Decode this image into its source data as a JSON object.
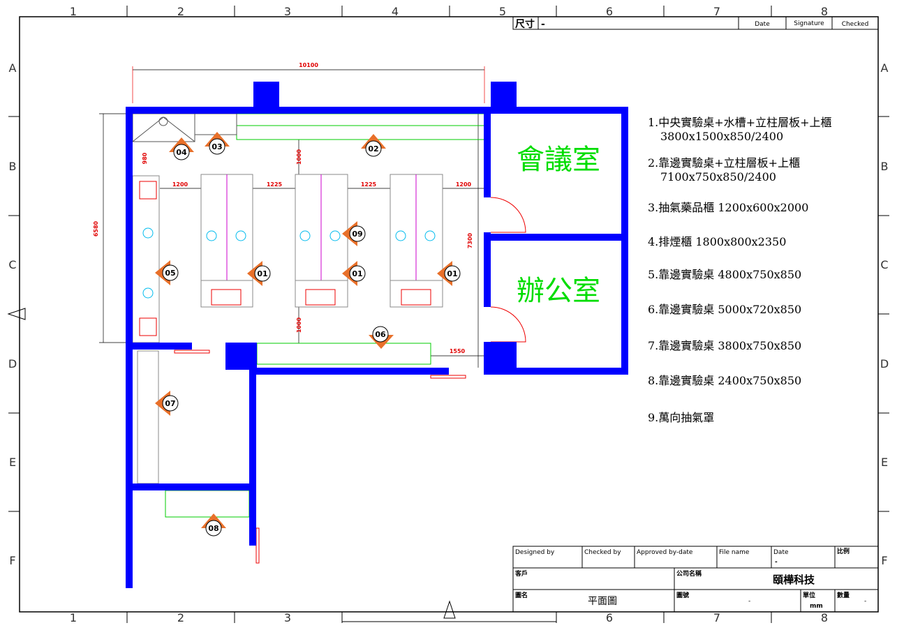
{
  "frame": {
    "columns": [
      "1",
      "2",
      "3",
      "4",
      "5",
      "6",
      "7",
      "8"
    ],
    "rows": [
      "A",
      "B",
      "C",
      "D",
      "E",
      "F"
    ]
  },
  "header_block": {
    "size_label": "尺寸",
    "size_value": "-",
    "date": "Date",
    "signature": "Signature",
    "checked": "Checked"
  },
  "rooms": {
    "meeting": "會議室",
    "office": "辦公室"
  },
  "dimensions": {
    "overall_width": "10100",
    "depth": "6580",
    "right_depth": "7300",
    "top_gap": "980",
    "aisle_top": "1000",
    "aisle_bottom": "1000",
    "gap1": "1200",
    "gap2": "1225",
    "gap3": "1225",
    "gap4": "1200",
    "bottom_gap": "1550"
  },
  "markers": [
    "01",
    "01",
    "01",
    "02",
    "03",
    "04",
    "05",
    "06",
    "07",
    "08",
    "09"
  ],
  "legend": [
    {
      "line1": "1.中央實驗桌+水槽+立柱層板+上櫃",
      "line2": "3800x1500x850/2400"
    },
    {
      "line1": "2.靠邊實驗桌+立柱層板+上櫃",
      "line2": "7100x750x850/2400"
    },
    {
      "line1": "3.抽氣藥品櫃 1200x600x2000"
    },
    {
      "line1": "4.排煙櫃 1800x800x2350"
    },
    {
      "line1": "5.靠邊實驗桌 4800x750x850"
    },
    {
      "line1": "6.靠邊實驗桌 5000x720x850"
    },
    {
      "line1": "7.靠邊實驗桌 3800x750x850"
    },
    {
      "line1": "8.靠邊實驗桌 2400x750x850"
    },
    {
      "line1": "9.萬向抽氣罩"
    }
  ],
  "title_block": {
    "designed_by": "Designed by",
    "checked_by": "Checked by",
    "approved": "Approved by-date",
    "file_name": "File name",
    "date": "Date",
    "date_value": "-",
    "scale": "比例",
    "client": "客戶",
    "company_label": "公司名稱",
    "company": "頤樺科技",
    "drawing_name_label": "圖名",
    "drawing_name": "平面圖",
    "drawing_no_label": "圖號",
    "drawing_no": "-",
    "unit_label": "單位",
    "unit": "mm",
    "qty_label": "數量",
    "qty": "-"
  }
}
